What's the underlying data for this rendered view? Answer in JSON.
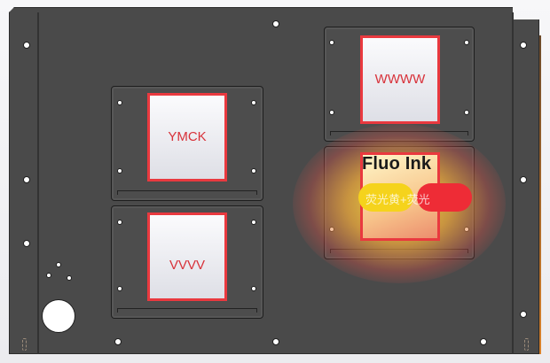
{
  "canvas": {
    "background": "#f4f4f6",
    "plate_color": "#4a4a4a",
    "window_border_color": "#e9393f",
    "label_color": "#d8323a"
  },
  "windows": [
    {
      "id": "wwww",
      "label": "WWWW"
    },
    {
      "id": "ymck",
      "label": "YMCK"
    },
    {
      "id": "vvvv",
      "label": "VVVV"
    }
  ],
  "fluo": {
    "title": "Fluo Ink",
    "pill_text": "荧光黄+荧光",
    "pill_colors": [
      "#f5d31c",
      "#ee2c36"
    ]
  }
}
